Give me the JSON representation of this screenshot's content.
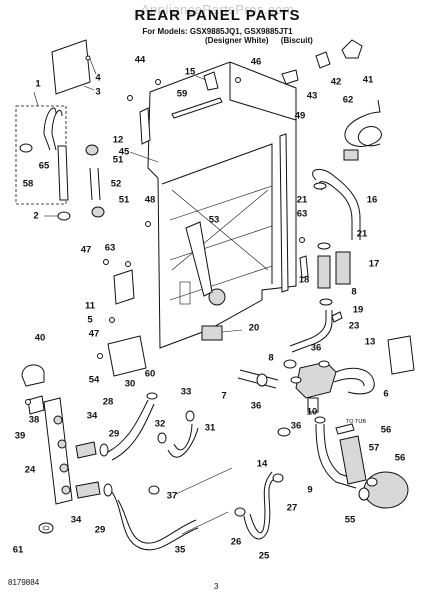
{
  "watermark": "AppliancePartsPros.com",
  "title": "REAR PANEL PARTS",
  "models_line": "For Models: GSX9885JQ1, GSX9885JT1",
  "variants": [
    "(Designer White)",
    "(Biscuit)"
  ],
  "doc_number": "8179884",
  "page_number": "3",
  "tube_note": "TO TUB",
  "callouts": [
    {
      "id": "c-1",
      "label": "1"
    },
    {
      "id": "c-2",
      "label": "2"
    },
    {
      "id": "c-3",
      "label": "3"
    },
    {
      "id": "c-4",
      "label": "4"
    },
    {
      "id": "c-5",
      "label": "5"
    },
    {
      "id": "c-6",
      "label": "6"
    },
    {
      "id": "c-7",
      "label": "7"
    },
    {
      "id": "c-8",
      "label": "8"
    },
    {
      "id": "c-8b",
      "label": "8"
    },
    {
      "id": "c-9",
      "label": "9"
    },
    {
      "id": "c-10",
      "label": "10"
    },
    {
      "id": "c-11",
      "label": "11"
    },
    {
      "id": "c-12",
      "label": "12"
    },
    {
      "id": "c-13",
      "label": "13"
    },
    {
      "id": "c-14",
      "label": "14"
    },
    {
      "id": "c-15",
      "label": "15"
    },
    {
      "id": "c-16",
      "label": "16"
    },
    {
      "id": "c-17",
      "label": "17"
    },
    {
      "id": "c-18",
      "label": "18"
    },
    {
      "id": "c-19",
      "label": "19"
    },
    {
      "id": "c-20",
      "label": "20"
    },
    {
      "id": "c-21",
      "label": "21"
    },
    {
      "id": "c-21b",
      "label": "21"
    },
    {
      "id": "c-23",
      "label": "23"
    },
    {
      "id": "c-24",
      "label": "24"
    },
    {
      "id": "c-25",
      "label": "25"
    },
    {
      "id": "c-26",
      "label": "26"
    },
    {
      "id": "c-27",
      "label": "27"
    },
    {
      "id": "c-28",
      "label": "28"
    },
    {
      "id": "c-29",
      "label": "29"
    },
    {
      "id": "c-29b",
      "label": "29"
    },
    {
      "id": "c-30",
      "label": "30"
    },
    {
      "id": "c-31",
      "label": "31"
    },
    {
      "id": "c-32",
      "label": "32"
    },
    {
      "id": "c-33",
      "label": "33"
    },
    {
      "id": "c-34",
      "label": "34"
    },
    {
      "id": "c-34b",
      "label": "34"
    },
    {
      "id": "c-35",
      "label": "35"
    },
    {
      "id": "c-36",
      "label": "36"
    },
    {
      "id": "c-36b",
      "label": "36"
    },
    {
      "id": "c-36c",
      "label": "36"
    },
    {
      "id": "c-37",
      "label": "37"
    },
    {
      "id": "c-38",
      "label": "38"
    },
    {
      "id": "c-39",
      "label": "39"
    },
    {
      "id": "c-40",
      "label": "40"
    },
    {
      "id": "c-41",
      "label": "41"
    },
    {
      "id": "c-42",
      "label": "42"
    },
    {
      "id": "c-43",
      "label": "43"
    },
    {
      "id": "c-44",
      "label": "44"
    },
    {
      "id": "c-45",
      "label": "45"
    },
    {
      "id": "c-46",
      "label": "46"
    },
    {
      "id": "c-47",
      "label": "47"
    },
    {
      "id": "c-47b",
      "label": "47"
    },
    {
      "id": "c-48",
      "label": "48"
    },
    {
      "id": "c-49",
      "label": "49"
    },
    {
      "id": "c-51",
      "label": "51"
    },
    {
      "id": "c-51b",
      "label": "51"
    },
    {
      "id": "c-52",
      "label": "52"
    },
    {
      "id": "c-53",
      "label": "53"
    },
    {
      "id": "c-54",
      "label": "54"
    },
    {
      "id": "c-55",
      "label": "55"
    },
    {
      "id": "c-56",
      "label": "56"
    },
    {
      "id": "c-56b",
      "label": "56"
    },
    {
      "id": "c-57",
      "label": "57"
    },
    {
      "id": "c-58",
      "label": "58"
    },
    {
      "id": "c-59",
      "label": "59"
    },
    {
      "id": "c-60",
      "label": "60"
    },
    {
      "id": "c-61",
      "label": "61"
    },
    {
      "id": "c-62",
      "label": "62"
    },
    {
      "id": "c-63",
      "label": "63"
    },
    {
      "id": "c-63b",
      "label": "63"
    },
    {
      "id": "c-65",
      "label": "65"
    }
  ]
}
